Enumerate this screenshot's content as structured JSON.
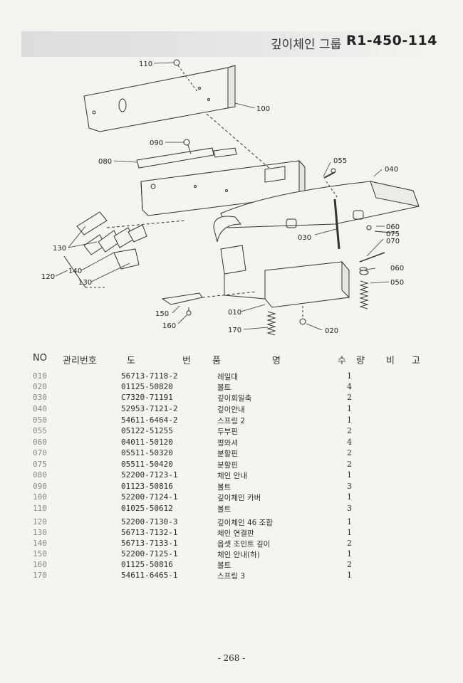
{
  "header": {
    "title_ko": "깊이체인 그룹",
    "title_code": "R1-450-114"
  },
  "callouts": [
    "110",
    "100",
    "090",
    "080",
    "055",
    "040",
    "060",
    "075",
    "070",
    "030",
    "130",
    "120",
    "140",
    "060",
    "050",
    "010",
    "150",
    "160",
    "170",
    "020"
  ],
  "table": {
    "headers": {
      "no": "NO",
      "mgmt": "관리번호",
      "drawing_1": "도",
      "drawing_2": "번",
      "item_1": "품",
      "item_2": "명",
      "qty_1": "수",
      "qty_2": "량",
      "note_1": "비",
      "note_2": "고"
    },
    "rows": [
      {
        "no": "010",
        "part": "56713-7118-2",
        "name": "레일대",
        "qty": "1"
      },
      {
        "no": "020",
        "part": "01125-50820",
        "name": "볼트",
        "qty": "4"
      },
      {
        "no": "030",
        "part": "C7320-71191",
        "name": "깊이회일축",
        "qty": "2"
      },
      {
        "no": "040",
        "part": "52953-7121-2",
        "name": "깊이안내",
        "qty": "1"
      },
      {
        "no": "050",
        "part": "54611-6464-2",
        "name": "스프링 2",
        "qty": "1"
      },
      {
        "no": "055",
        "part": "05122-51255",
        "name": "두부핀",
        "qty": "2"
      },
      {
        "no": "060",
        "part": "04011-50120",
        "name": "평와셔",
        "qty": "4"
      },
      {
        "no": "070",
        "part": "05511-50320",
        "name": "분할핀",
        "qty": "2"
      },
      {
        "no": "075",
        "part": "05511-50420",
        "name": "분할핀",
        "qty": "2"
      },
      {
        "no": "080",
        "part": "52200-7123-1",
        "name": "체인 안내",
        "qty": "1"
      },
      {
        "no": "090",
        "part": "01123-50816",
        "name": "볼트",
        "qty": "3"
      },
      {
        "no": "100",
        "part": "52200-7124-1",
        "name": "깊이체인 카버",
        "qty": "1"
      },
      {
        "no": "110",
        "part": "01025-50612",
        "name": "볼트",
        "qty": "3"
      },
      {
        "no": "120",
        "part": "52200-7130-3",
        "name": "깊이체인 46 조합",
        "qty": "1"
      },
      {
        "no": "130",
        "part": "56713-7132-1",
        "name": "체인 연결판",
        "qty": "1"
      },
      {
        "no": "140",
        "part": "56713-7133-1",
        "name": "옵셋 조인트 깊이",
        "qty": "2"
      },
      {
        "no": "150",
        "part": "52200-7125-1",
        "name": "체인 안내(하)",
        "qty": "1"
      },
      {
        "no": "160",
        "part": "01125-50816",
        "name": "볼트",
        "qty": "2"
      },
      {
        "no": "170",
        "part": "54611-6465-1",
        "name": "스프링 3",
        "qty": "1"
      }
    ]
  },
  "footer": {
    "page": "- 268 -"
  }
}
